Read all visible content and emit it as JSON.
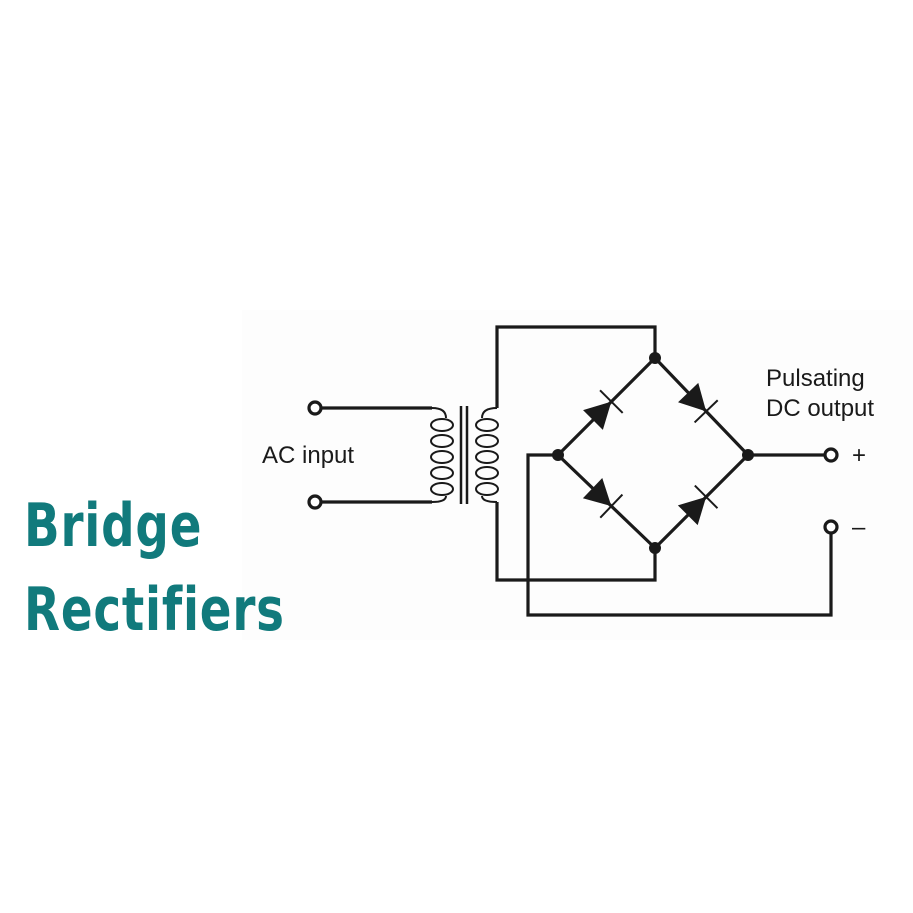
{
  "title": {
    "line1": "Bridge",
    "line2": "Rectifiers",
    "color": "#117a7c"
  },
  "diagram": {
    "input_label": "AC input",
    "output_label_line1": "Pulsating",
    "output_label_line2": "DC output",
    "plus_sign": "+",
    "minus_sign": "–",
    "components": [
      "transformer",
      "diode-bridge (4 diodes)",
      "AC input terminals (2)",
      "DC output terminals (+, -)"
    ]
  }
}
